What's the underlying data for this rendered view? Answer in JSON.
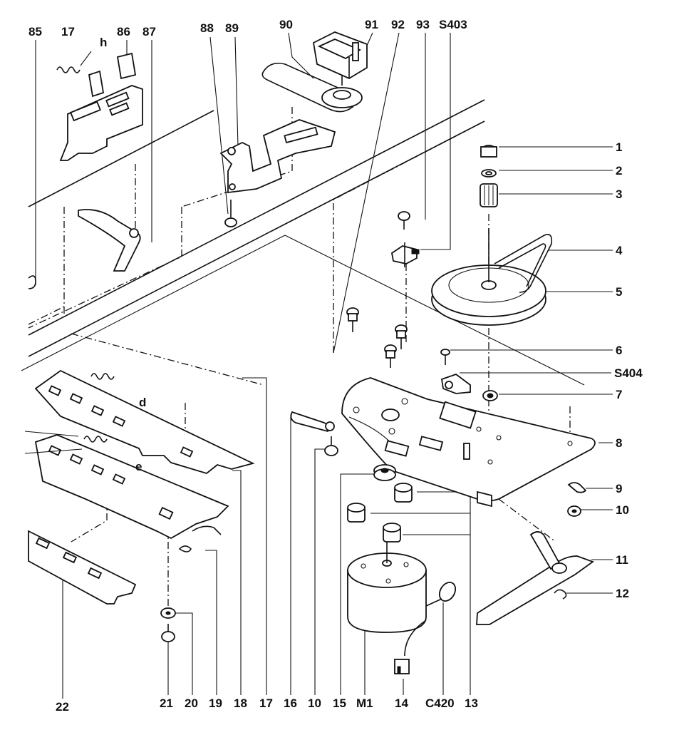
{
  "diagram": {
    "colors": {
      "ink": "#111111",
      "paper": "#ffffff"
    },
    "callouts": {
      "c85": "85",
      "c17a": "17",
      "c86": "86",
      "c87": "87",
      "c88": "88",
      "c89": "89",
      "c90": "90",
      "c91": "91",
      "c92": "92",
      "c93": "93",
      "cS403": "S403",
      "c1": "1",
      "c2": "2",
      "c3": "3",
      "c4": "4",
      "c5": "5",
      "c6": "6",
      "cS404": "S404",
      "c7": "7",
      "c8": "8",
      "c9": "9",
      "c10a": "10",
      "c11": "11",
      "c12": "12",
      "c22": "22",
      "c21": "21",
      "c20": "20",
      "c19": "19",
      "c18": "18",
      "c17b": "17",
      "c16": "16",
      "c10b": "10",
      "c15": "15",
      "cM1": "M1",
      "c14": "14",
      "cC420": "C420",
      "c13": "13"
    },
    "spring_letters": {
      "h": "h",
      "d": "d",
      "e": "e"
    }
  }
}
